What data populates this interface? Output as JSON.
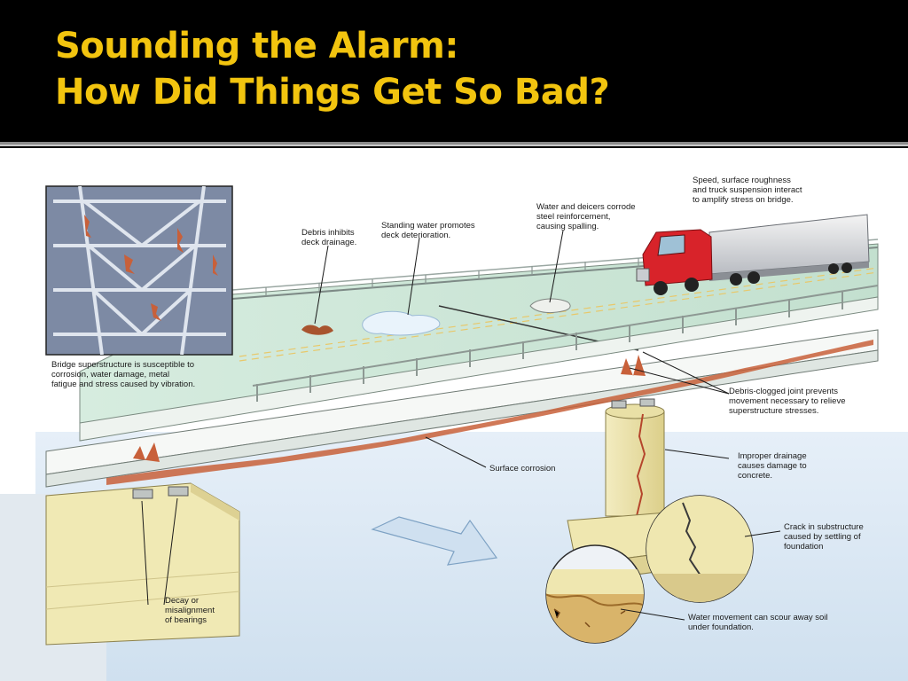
{
  "slide": {
    "title_line1": "Sounding the Alarm:",
    "title_line2": "How Did Things Get So Bad?"
  },
  "colors": {
    "title": "#f2c40f",
    "background": "#000000",
    "deck": "#cfe6d8",
    "water": "#dce9f4",
    "concrete": "#efe7b0",
    "corrosion": "#c8603a",
    "truck_cab": "#d8232a",
    "steel_frame": "#4a5a78"
  },
  "labels": {
    "superstructure": "Bridge superstructure is susceptible to\ncorrosion, water damage, metal\nfatigue and stress caused by vibration.",
    "debris": "Debris inhibits\ndeck drainage.",
    "standing_water": "Standing water promotes\ndeck deterioration.",
    "deicers": "Water and deicers corrode\nsteel reinforcement,\ncausing spalling.",
    "speed": "Speed, surface roughness\nand truck suspension interact\nto amplify stress on bridge.",
    "joint": "Debris-clogged joint prevents\nmovement necessary to relieve\nsuperstructure stresses.",
    "drainage": "Improper drainage\ncauses damage to\nconcrete.",
    "surface_corrosion": "Surface corrosion",
    "crack": "Crack in substructure\ncaused by settling of\nfoundation",
    "bearings": "Decay or\nmisalignment\nof bearings",
    "scour": "Water movement can scour away soil\nunder foundation."
  }
}
